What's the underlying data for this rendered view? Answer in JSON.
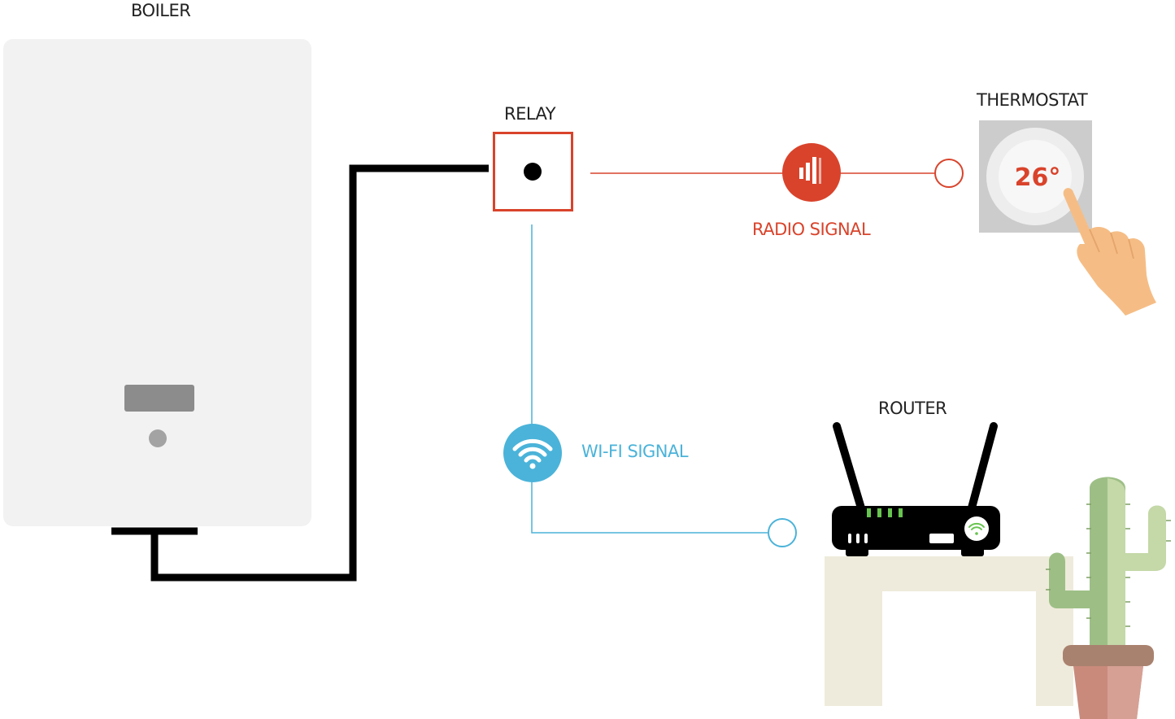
{
  "labels": {
    "boiler": "BOILER",
    "relay": "RELAY",
    "thermostat": "THERMOSTAT",
    "radio_signal": "RADIO SIGNAL",
    "wifi_signal": "WI-FI SIGNAL",
    "router": "ROUTER"
  },
  "thermostat": {
    "temperature": "26°"
  },
  "colors": {
    "radio": "#d9432b",
    "wifi": "#4bb3d9",
    "wire": "#000000",
    "boiler_body": "#f2f2f2",
    "thermostat_panel": "#cccccc",
    "table": "#efebdc",
    "cactus": "#9dbf86",
    "pot": "#c98a7c",
    "skin": "#f5bd85"
  },
  "icons": {
    "radio": "signal-bars-icon",
    "wifi": "wifi-icon",
    "router_badge": "wifi-icon"
  }
}
